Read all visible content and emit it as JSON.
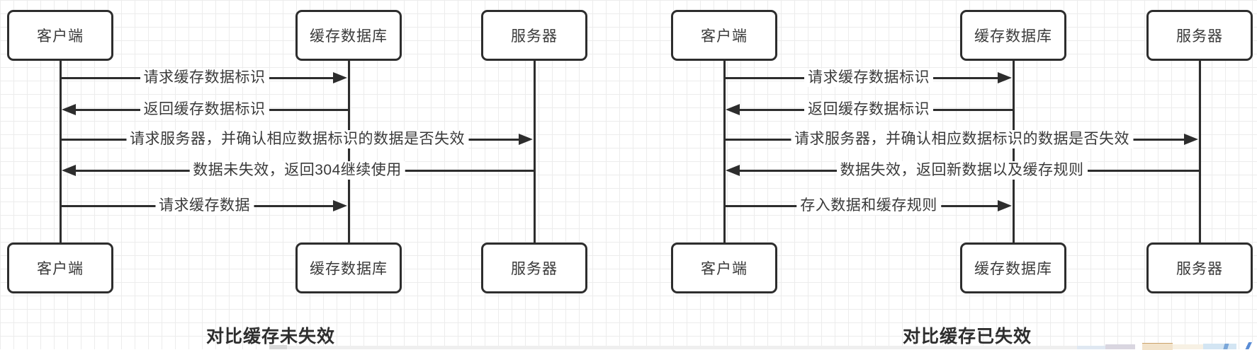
{
  "canvas": {
    "colors": {
      "line": "#2d2d2d",
      "text": "#3a3a3a",
      "grid": "#ececec",
      "box_fill": "#ffffff",
      "title": "#2e2e2e"
    }
  },
  "diagrams": [
    {
      "title": "对比缓存未失效",
      "actors": [
        {
          "id": "client",
          "label": "客户端"
        },
        {
          "id": "cache-db",
          "label": "缓存数据库"
        },
        {
          "id": "server",
          "label": "服务器"
        }
      ],
      "messages": [
        {
          "label": "请求缓存数据标识",
          "from": 0,
          "to": 1
        },
        {
          "label": "返回缓存数据标识",
          "from": 1,
          "to": 0
        },
        {
          "label": "请求服务器，并确认相应数据标识的数据是否失效",
          "from": 0,
          "to": 2
        },
        {
          "label": "数据未失效，返回304继续使用",
          "from": 2,
          "to": 0
        },
        {
          "label": "请求缓存数据",
          "from": 0,
          "to": 1
        }
      ]
    },
    {
      "title": "对比缓存已失效",
      "actors": [
        {
          "id": "client",
          "label": "客户端"
        },
        {
          "id": "cache-db",
          "label": "缓存数据库"
        },
        {
          "id": "server",
          "label": "服务器"
        }
      ],
      "messages": [
        {
          "label": "请求缓存数据标识",
          "from": 0,
          "to": 1
        },
        {
          "label": "返回缓存数据标识",
          "from": 1,
          "to": 0
        },
        {
          "label": "请求服务器，并确认相应数据标识的数据是否失效",
          "from": 0,
          "to": 2
        },
        {
          "label": "数据失效，返回新数据以及缓存规则",
          "from": 2,
          "to": 0
        },
        {
          "label": "存入数据和缓存规则",
          "from": 0,
          "to": 1
        }
      ]
    }
  ]
}
